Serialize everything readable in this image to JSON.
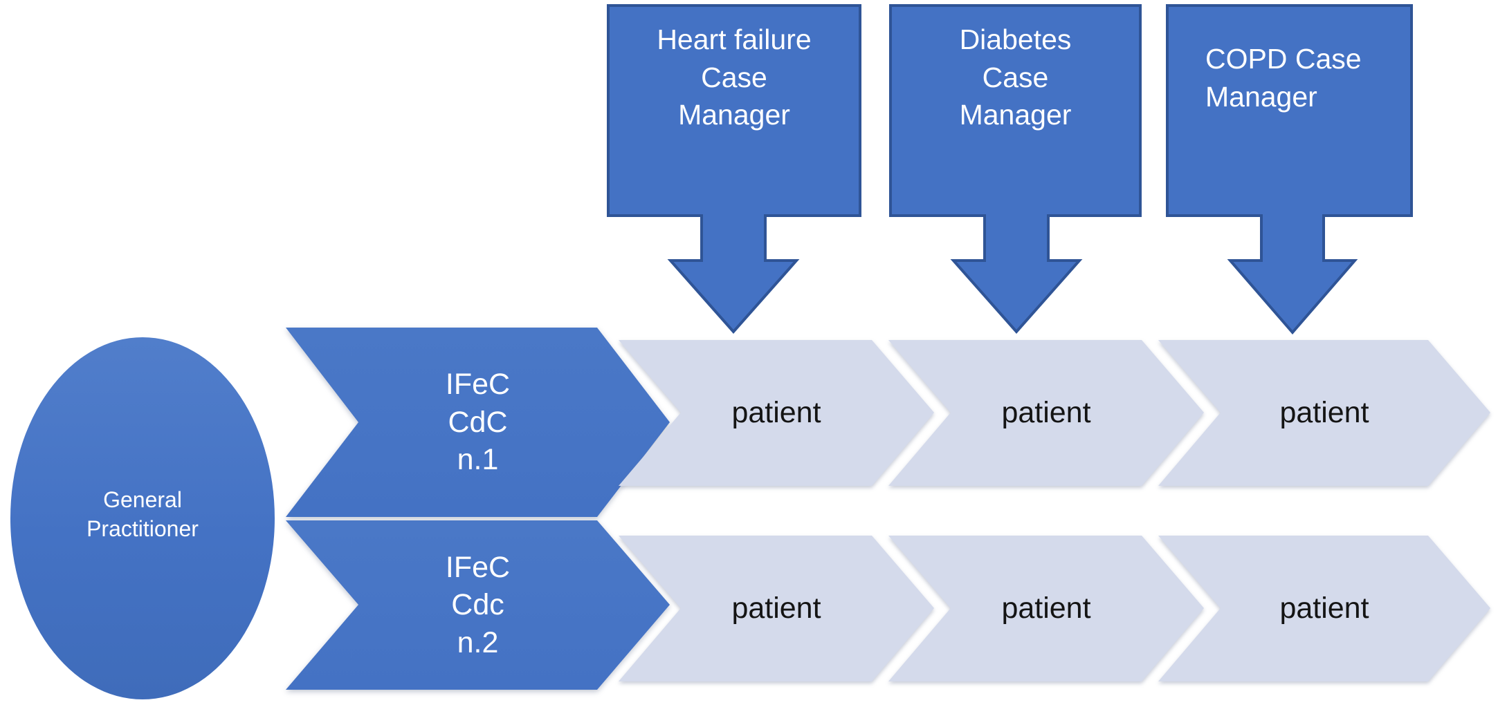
{
  "general_practitioner": {
    "label": "General\nPractitioner"
  },
  "pathways": [
    {
      "label": "IFeC\nCdC\nn.1"
    },
    {
      "label": "IFeC\nCdc\nn.2"
    }
  ],
  "case_managers": [
    {
      "label": "Heart failure\nCase\nManager"
    },
    {
      "label": "Diabetes\nCase\nManager"
    },
    {
      "label": "COPD Case\nManager"
    }
  ],
  "patient_rows": [
    {
      "cells": [
        "patient",
        "patient",
        "patient"
      ]
    },
    {
      "cells": [
        "patient",
        "patient",
        "patient"
      ]
    }
  ],
  "colors": {
    "accent_blue": "#4472c4",
    "accent_blue_dark": "#2f5496",
    "light_fill": "#d4daeb",
    "text_on_blue": "#ffffff",
    "text_on_light": "#141414"
  }
}
